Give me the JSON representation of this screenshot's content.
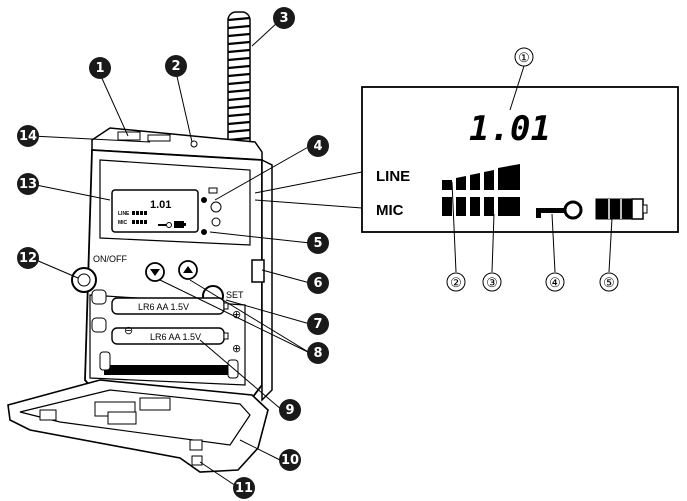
{
  "device": {
    "battery_labels": [
      "LR6 AA 1.5V",
      "LR6 AA 1.5V"
    ],
    "on_off_label": "ON/OFF",
    "set_label": "SET",
    "mini_display": {
      "channel": "1.01",
      "line": "LINE",
      "mic": "MIC"
    }
  },
  "callouts": [
    "1",
    "2",
    "3",
    "4",
    "5",
    "6",
    "7",
    "8",
    "9",
    "10",
    "11",
    "12",
    "13",
    "14"
  ],
  "display_detail": {
    "channel": "1.01",
    "line_label": "LINE",
    "mic_label": "MIC",
    "callouts": [
      "①",
      "②",
      "③",
      "④",
      "⑤"
    ]
  },
  "colors": {
    "callout_fill": "#1a1a1a",
    "line": "#000000",
    "background": "#ffffff"
  }
}
